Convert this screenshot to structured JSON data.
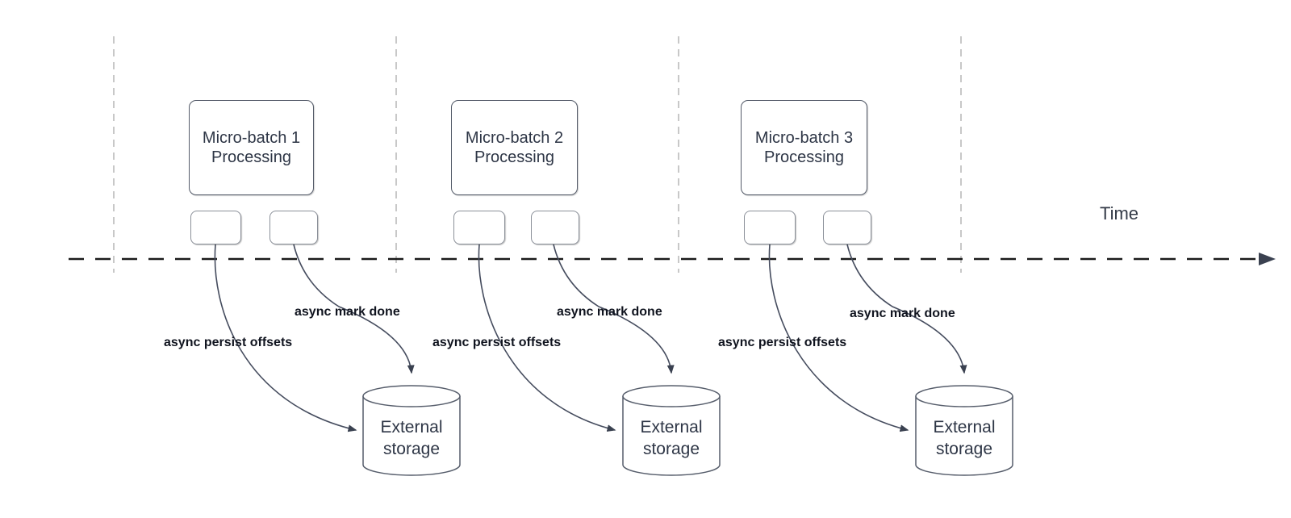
{
  "diagram": {
    "time_axis_label": "Time",
    "groups": [
      {
        "process_line1": "Micro-batch 1",
        "process_line2": "Processing",
        "persist_label": "async persist offsets",
        "done_label": "async mark done",
        "storage_line1": "External",
        "storage_line2": "storage"
      },
      {
        "process_line1": "Micro-batch 2",
        "process_line2": "Processing",
        "persist_label": "async persist offsets",
        "done_label": "async mark done",
        "storage_line1": "External",
        "storage_line2": "storage"
      },
      {
        "process_line1": "Micro-batch 3",
        "process_line2": "Processing",
        "persist_label": "async persist offsets",
        "done_label": "async mark done",
        "storage_line1": "External",
        "storage_line2": "storage"
      }
    ],
    "colors": {
      "background": "#ffffff",
      "process_box_border": "#545b69",
      "process_box_text": "#2e3646",
      "task_box_border": "#8b9099",
      "arrow_stroke": "#454c5e",
      "arrowhead_fill": "#3a4150",
      "timeline_stroke": "#1a1a1a",
      "grid_dashed_line": "#b0b0b0",
      "label_text": "#10141f",
      "cylinder_border": "#565d6b"
    }
  }
}
